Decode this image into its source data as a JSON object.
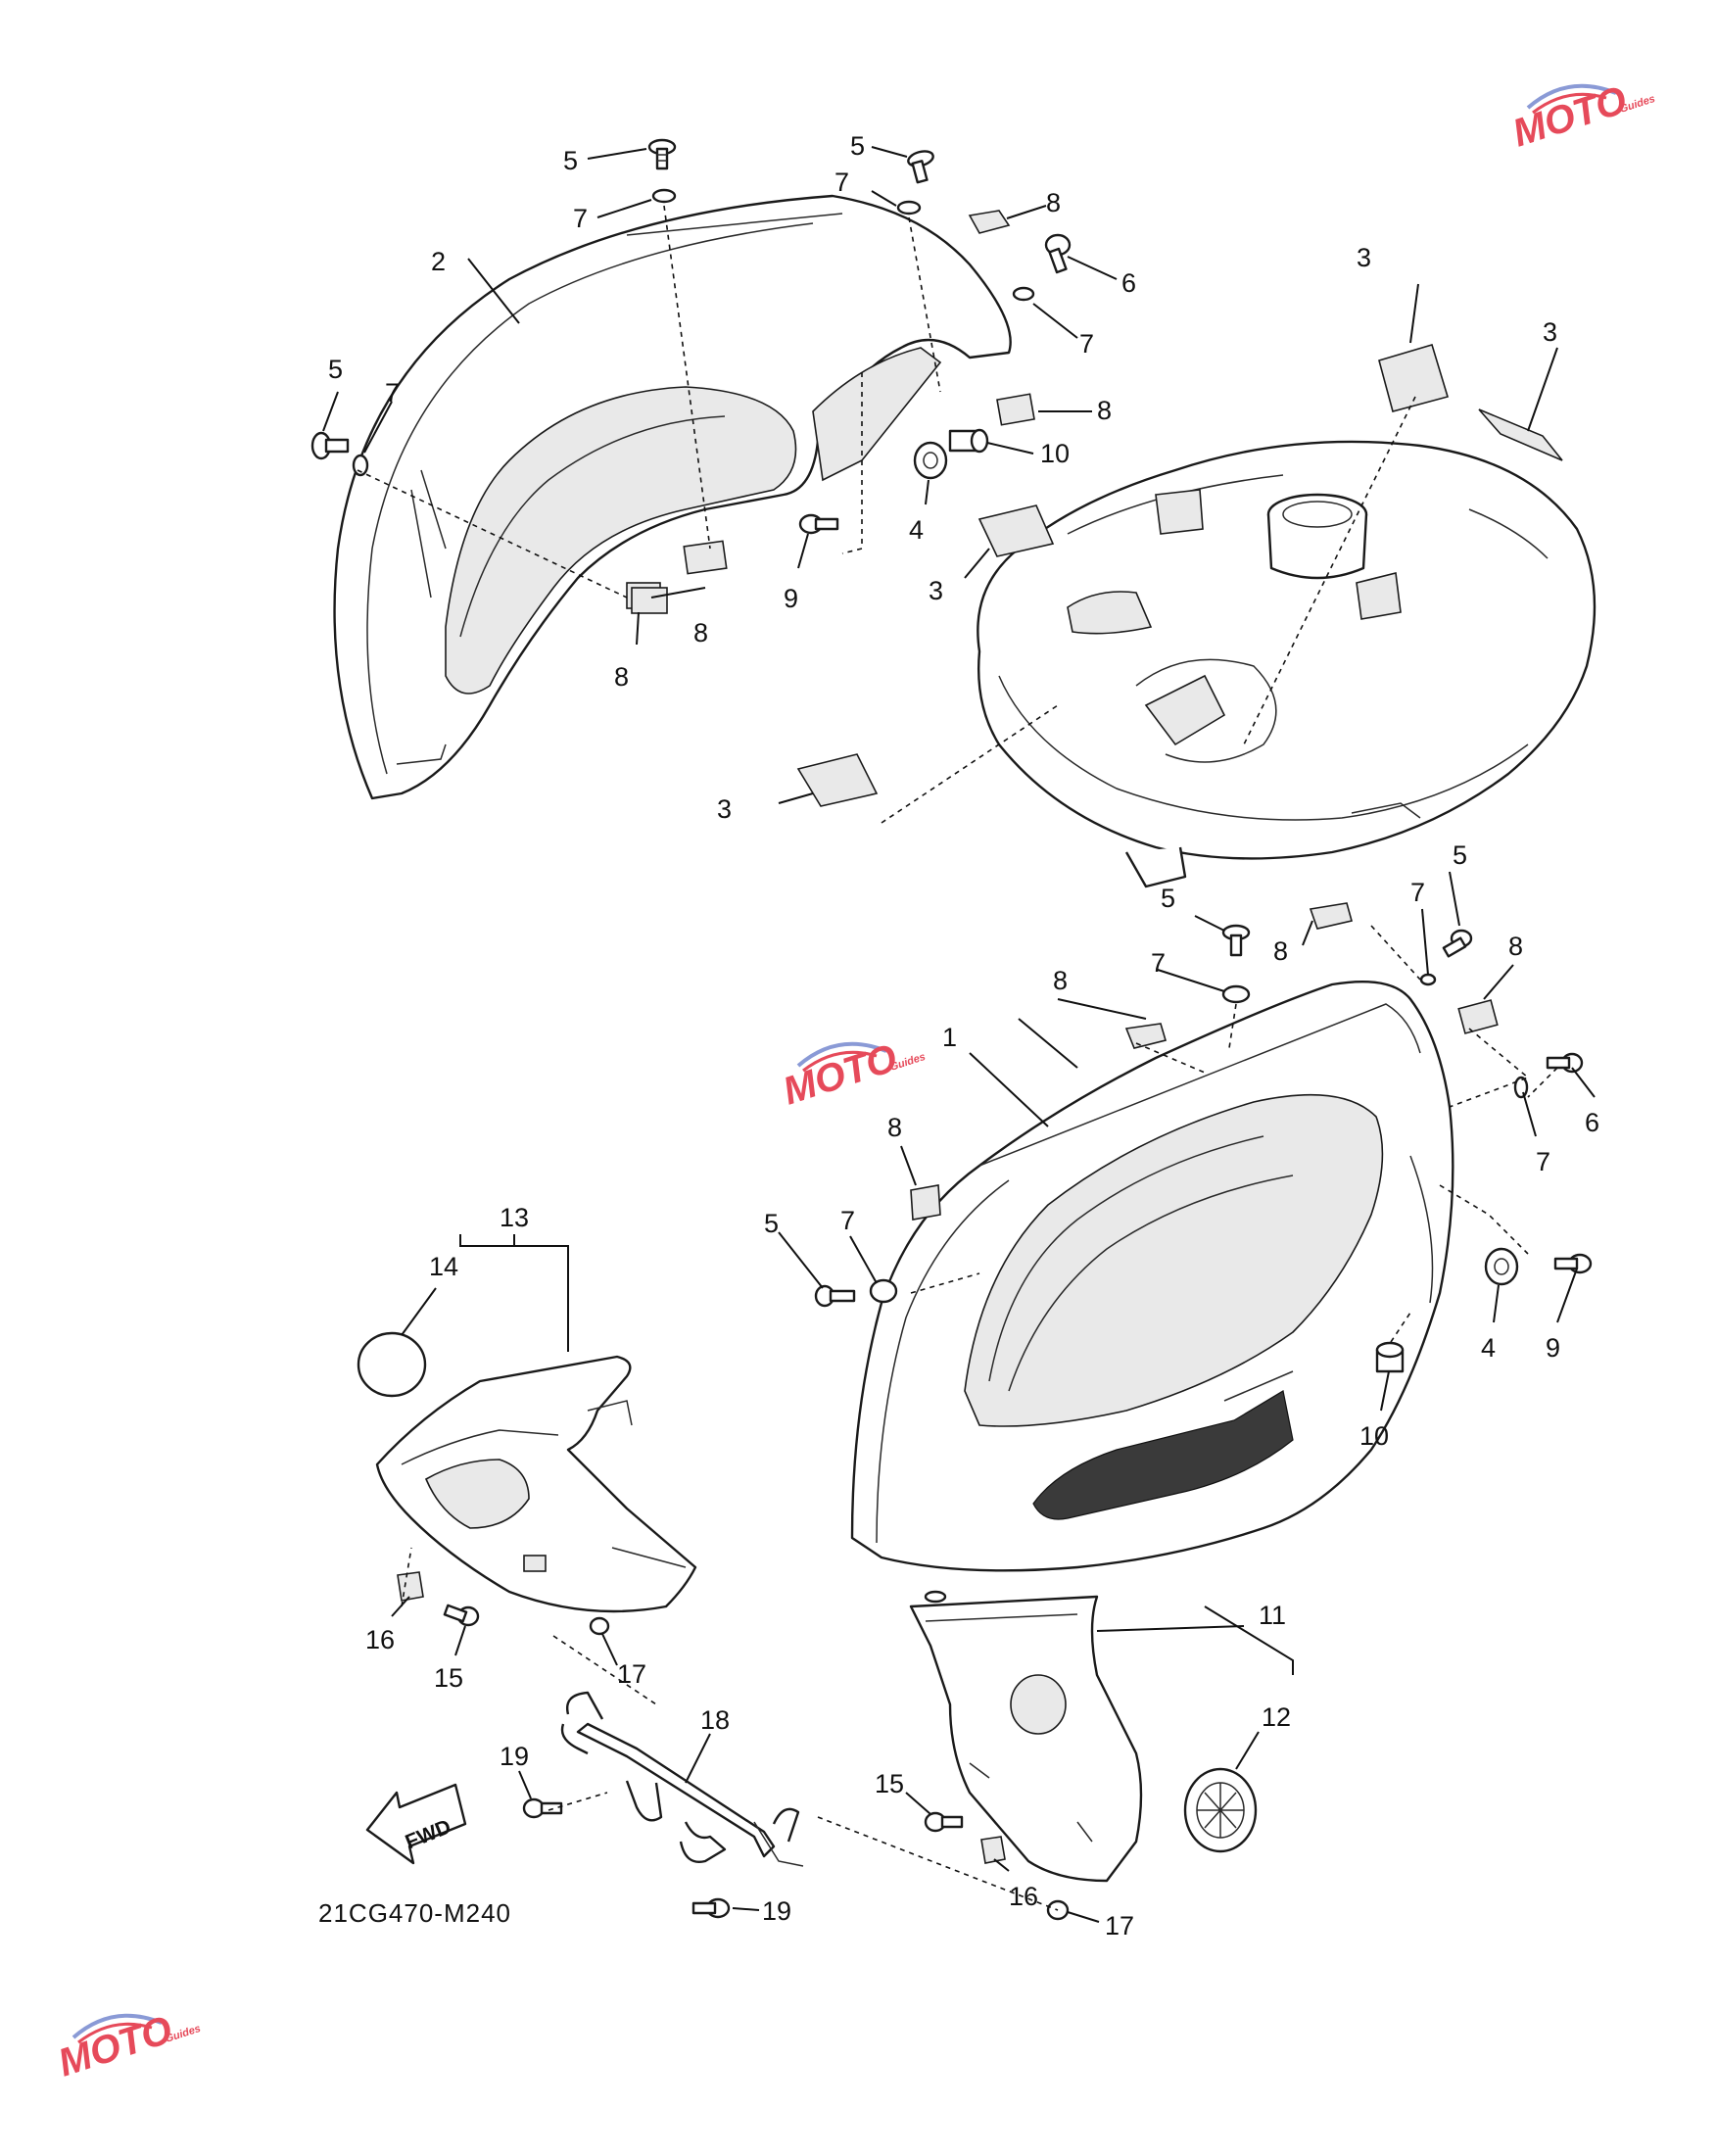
{
  "diagram": {
    "drawing_code": "21CG470-M240",
    "direction_arrow_label": "FWD",
    "callouts": [
      {
        "id": "c2",
        "label": "2"
      },
      {
        "id": "c5a",
        "label": "5"
      },
      {
        "id": "c7a",
        "label": "7"
      },
      {
        "id": "c5b",
        "label": "5"
      },
      {
        "id": "c7b",
        "label": "7"
      },
      {
        "id": "c8a",
        "label": "8"
      },
      {
        "id": "c6a",
        "label": "6"
      },
      {
        "id": "c7c",
        "label": "7"
      },
      {
        "id": "c8b",
        "label": "8"
      },
      {
        "id": "c10a",
        "label": "10"
      },
      {
        "id": "c4a",
        "label": "4"
      },
      {
        "id": "c9a",
        "label": "9"
      },
      {
        "id": "c5c",
        "label": "5"
      },
      {
        "id": "c7d",
        "label": "7"
      },
      {
        "id": "c8c",
        "label": "8"
      },
      {
        "id": "c8d",
        "label": "8"
      },
      {
        "id": "c3a",
        "label": "3"
      },
      {
        "id": "c3b",
        "label": "3"
      },
      {
        "id": "c3c",
        "label": "3"
      },
      {
        "id": "c3d",
        "label": "3"
      },
      {
        "id": "c5d",
        "label": "5"
      },
      {
        "id": "c8e",
        "label": "8"
      },
      {
        "id": "c7e",
        "label": "7"
      },
      {
        "id": "c5e",
        "label": "5"
      },
      {
        "id": "c8f",
        "label": "8"
      },
      {
        "id": "c8g",
        "label": "8"
      },
      {
        "id": "c7f",
        "label": "7"
      },
      {
        "id": "c1",
        "label": "1"
      },
      {
        "id": "c6b",
        "label": "6"
      },
      {
        "id": "c7g",
        "label": "7"
      },
      {
        "id": "c8h",
        "label": "8"
      },
      {
        "id": "c5f",
        "label": "5"
      },
      {
        "id": "c7h",
        "label": "7"
      },
      {
        "id": "c4b",
        "label": "4"
      },
      {
        "id": "c9b",
        "label": "9"
      },
      {
        "id": "c10b",
        "label": "10"
      },
      {
        "id": "c13",
        "label": "13"
      },
      {
        "id": "c14",
        "label": "14"
      },
      {
        "id": "c16a",
        "label": "16"
      },
      {
        "id": "c15a",
        "label": "15"
      },
      {
        "id": "c17a",
        "label": "17"
      },
      {
        "id": "c18",
        "label": "18"
      },
      {
        "id": "c19a",
        "label": "19"
      },
      {
        "id": "c19b",
        "label": "19"
      },
      {
        "id": "c11",
        "label": "11"
      },
      {
        "id": "c12",
        "label": "12"
      },
      {
        "id": "c15b",
        "label": "15"
      },
      {
        "id": "c16b",
        "label": "16"
      },
      {
        "id": "c17b",
        "label": "17"
      }
    ]
  },
  "watermark": {
    "text": "MOTO",
    "subtext": "Guides",
    "colors": {
      "primary": "#e64a5a",
      "secondary": "#8a9ad6"
    }
  }
}
